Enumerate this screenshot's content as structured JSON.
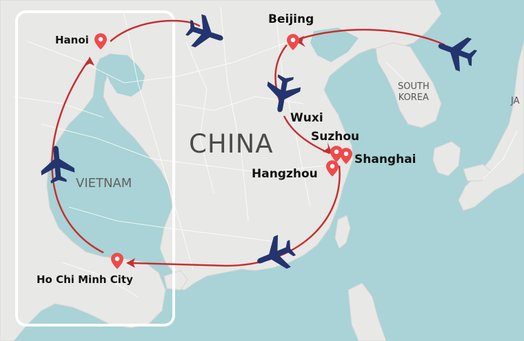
{
  "map": {
    "countries": {
      "china": "CHINA",
      "vietnam": "VIETNAM",
      "south_korea_line1": "SOUTH",
      "south_korea_line2": "KOREA",
      "japan_partial": "JA"
    },
    "cities": {
      "beijing": "Beijing",
      "wuxi": "Wuxi",
      "suzhou": "Suzhou",
      "shanghai": "Shanghai",
      "hangzhou": "Hangzhou",
      "hanoi": "Hanoi",
      "hcmc": "Ho Chi Minh City"
    },
    "colors": {
      "sea": "#a9d3d6",
      "land": "#e8e8e6",
      "route": "#c62f2f",
      "plane": "#23346e",
      "pin": "#ef4a4a",
      "highlight_box": "#ffffff"
    },
    "icons": [
      "airplane-icon",
      "map-pin-icon"
    ]
  }
}
